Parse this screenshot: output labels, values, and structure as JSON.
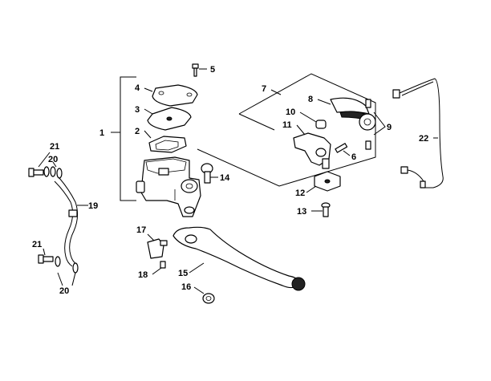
{
  "callouts": {
    "c1": "1",
    "c2": "2",
    "c3": "3",
    "c4": "4",
    "c5": "5",
    "c6": "6",
    "c7": "7",
    "c8": "8",
    "c9": "9",
    "c10": "10",
    "c11": "11",
    "c12": "12",
    "c13": "13",
    "c14": "14",
    "c15": "15",
    "c16": "16",
    "c17": "17",
    "c18": "18",
    "c19": "19",
    "c20a": "20",
    "c20b": "20",
    "c21a": "21",
    "c21b": "21",
    "c22": "22"
  }
}
